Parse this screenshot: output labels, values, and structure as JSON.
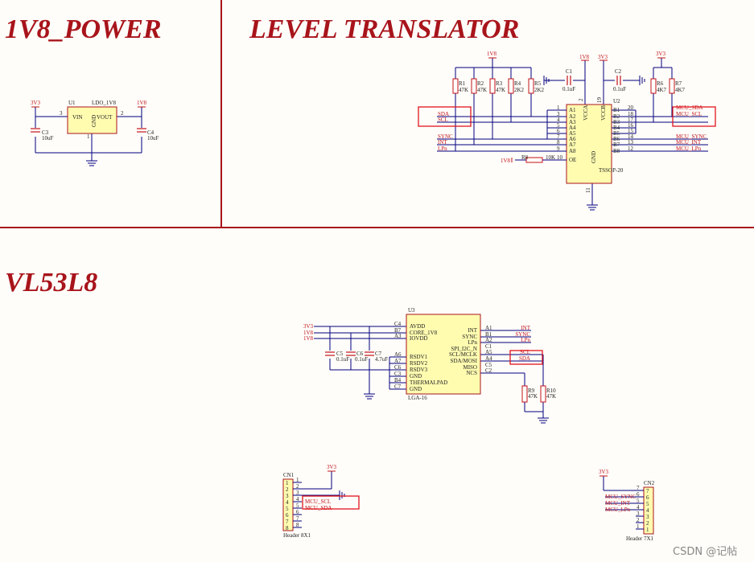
{
  "sections": {
    "power": "1V8_POWER",
    "translator": "LEVEL TRANSLATOR",
    "sensor": "VL53L8"
  },
  "power": {
    "u1": "U1",
    "u1_name": "LDO_1V8",
    "vin": "VIN",
    "vout": "VOUT",
    "gnd": "GND",
    "pin3": "3",
    "pin2": "2",
    "pin1": "1",
    "in_rail": "3V3",
    "out_rail": "1V8",
    "c3": "C3",
    "c3_val": "10uF",
    "c4": "C4",
    "c4_val": "10uF"
  },
  "translator": {
    "u2": "U2",
    "u2_pkg": "TSSOP-20",
    "rail_1v8": "1V8",
    "rail_3v3a": "3V3",
    "rail_3v3b": "3V3",
    "vcca": "VCCA",
    "vccb": "VCCB",
    "gnd": "GND",
    "pin_vcca": "2",
    "pin_vccb": "19",
    "pin_gnd": "11",
    "c1": "C1",
    "c1_val": "0.1uF",
    "c2": "C2",
    "c2_val": "0.1uF",
    "resistors_a": [
      {
        "ref": "R1",
        "val": "47K"
      },
      {
        "ref": "R2",
        "val": "47K"
      },
      {
        "ref": "R3",
        "val": "47K"
      },
      {
        "ref": "R4",
        "val": "2K2"
      },
      {
        "ref": "R5",
        "val": "2K2"
      }
    ],
    "resistors_b": [
      {
        "ref": "R6",
        "val": "4K7"
      },
      {
        "ref": "R7",
        "val": "4K7"
      }
    ],
    "a_pins": [
      {
        "num": "1",
        "name": "A1",
        "net": ""
      },
      {
        "num": "3",
        "name": "A2",
        "net": "SDA"
      },
      {
        "num": "4",
        "name": "A3",
        "net": "SCL"
      },
      {
        "num": "5",
        "name": "A4",
        "net": ""
      },
      {
        "num": "6",
        "name": "A5",
        "net": ""
      },
      {
        "num": "7",
        "name": "A6",
        "net": "SYNC"
      },
      {
        "num": "8",
        "name": "A7",
        "net": "INT"
      },
      {
        "num": "9",
        "name": "A8",
        "net": "LPn"
      },
      {
        "num": "10",
        "name": "OE",
        "net": ""
      }
    ],
    "b_pins": [
      {
        "num": "20",
        "name": "B1",
        "net": "MCU_SDA"
      },
      {
        "num": "18",
        "name": "B2",
        "net": "MCU_SCL"
      },
      {
        "num": "17",
        "name": "B3",
        "net": ""
      },
      {
        "num": "16",
        "name": "B4",
        "net": ""
      },
      {
        "num": "15",
        "name": "B5",
        "net": ""
      },
      {
        "num": "14",
        "name": "B6",
        "net": "MCU_SYNC"
      },
      {
        "num": "13",
        "name": "B7",
        "net": "MCU_INT"
      },
      {
        "num": "12",
        "name": "B8",
        "net": "MCU_LPn"
      }
    ],
    "r8": "R8",
    "r8_val": "10K",
    "oe_rail": "1V8"
  },
  "sensor": {
    "u3": "U3",
    "pkg": "LGA-16",
    "left_pins": [
      {
        "num": "C4",
        "name": "AVDD",
        "net": "3V3"
      },
      {
        "num": "B7",
        "name": "CORE_1V8",
        "net": "1V8"
      },
      {
        "num": "A3",
        "name": "IOVDD",
        "net": "1V8"
      },
      {
        "num": "A6",
        "name": "RSDV1",
        "net": ""
      },
      {
        "num": "A7",
        "name": "RSDV2",
        "net": ""
      },
      {
        "num": "C6",
        "name": "RSDV3",
        "net": ""
      },
      {
        "num": "C3",
        "name": "GND",
        "net": ""
      },
      {
        "num": "B4",
        "name": "THERMALPAD",
        "net": ""
      },
      {
        "num": "C7",
        "name": "GND",
        "net": ""
      }
    ],
    "right_pins": [
      {
        "num": "A1",
        "name": "INT",
        "net": "INT"
      },
      {
        "num": "B1",
        "name": "SYNC",
        "net": "SYNC"
      },
      {
        "num": "A2",
        "name": "LPn",
        "net": "LPn"
      },
      {
        "num": "C1",
        "name": "SPI_I2C_N",
        "net": ""
      },
      {
        "num": "A5",
        "name": "SCL/MCLK",
        "net": "SCL"
      },
      {
        "num": "A4",
        "name": "SDA/MOSI",
        "net": "SDA"
      },
      {
        "num": "C5",
        "name": "MISO",
        "net": ""
      },
      {
        "num": "C2",
        "name": "NCS",
        "net": ""
      }
    ],
    "caps": [
      {
        "ref": "C5",
        "val": "0.1uF"
      },
      {
        "ref": "C6",
        "val": "0.1uF"
      },
      {
        "ref": "C7",
        "val": "4.7uF"
      }
    ],
    "r9": "R9",
    "r9_val": "47K",
    "r10": "R10",
    "r10_val": "47K"
  },
  "headers": {
    "cn1": "CN1",
    "cn1_name": "Header 8X1",
    "cn1_pins": [
      "1",
      "2",
      "3",
      "4",
      "5",
      "6",
      "7",
      "8"
    ],
    "cn1_rail": "3V3",
    "cn1_nets": {
      "4": "MCU_SCL",
      "5": "MCU_SDA"
    },
    "cn2": "CN2",
    "cn2_name": "Header 7X1",
    "cn2_pins": [
      "7",
      "6",
      "5",
      "4",
      "3",
      "2",
      "1"
    ],
    "cn2_rail": "3V3",
    "cn2_nets": {
      "6": "MCU_SYNC",
      "5": "MCU_INT",
      "4": "MCU_LPn"
    }
  },
  "watermark": "CSDN @记帖",
  "colors": {
    "title": "#a8141b",
    "wire": "#000080",
    "part": "#c0141c",
    "chip": "#fffcb0",
    "frame": "#a8141b"
  }
}
